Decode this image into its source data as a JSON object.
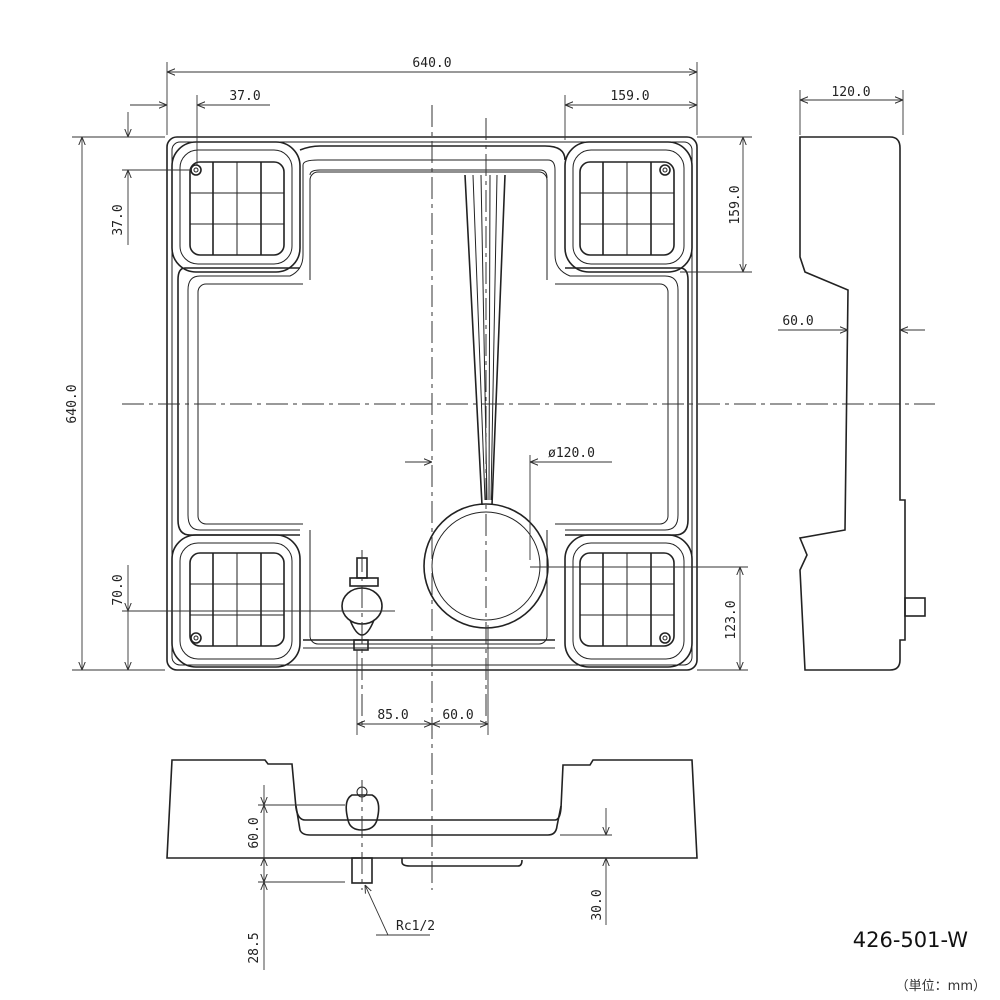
{
  "drawing": {
    "model_number": "426-501-W",
    "unit_note": "（単位：mm）",
    "dimensions": {
      "overall_width": "640.0",
      "overall_depth": "640.0",
      "corner_hole_x": "37.0",
      "corner_hole_y": "37.0",
      "pad_width": "159.0",
      "pad_depth": "159.0",
      "side_height": "120.0",
      "side_inner_height": "60.0",
      "drain_diameter": "ø120.0",
      "faucet_offset_y": "70.0",
      "drain_offset_y": "123.0",
      "faucet_offset_x": "85.0",
      "drain_offset_x": "60.0",
      "front_height": "60.0",
      "pipe_length": "28.5",
      "bottom_recess": "30.0",
      "pipe_thread": "Rc1/2"
    }
  }
}
